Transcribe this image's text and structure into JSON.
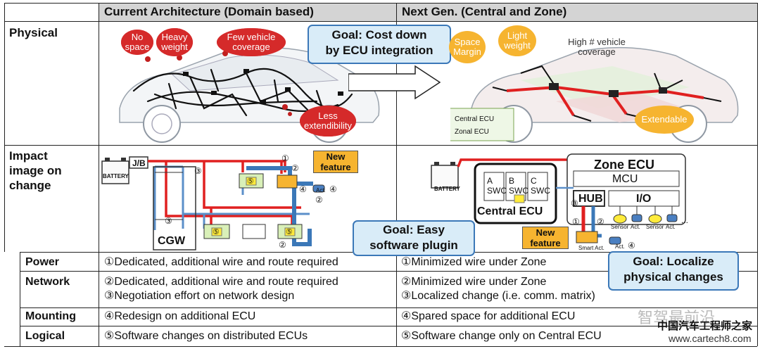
{
  "header": {
    "col1": "Current Architecture (Domain based)",
    "col2": "Next Gen. (Central and Zone)"
  },
  "rows": {
    "physical": "Physical",
    "impact": "Impact\nimage on\nchange"
  },
  "physical_left": {
    "clouds": [
      "No space",
      "Heavy weight",
      "Few vehicle coverage",
      "Less extendibility"
    ]
  },
  "physical_right": {
    "clouds": [
      "Space Margin",
      "Light weight",
      "High # vehicle coverage",
      "Extendable"
    ],
    "legend": [
      "Central ECU",
      "Zonal ECU"
    ]
  },
  "goals": {
    "cost": "Goal: Cost down\nby ECU integration",
    "plugin": "Goal: Easy\nsoftware plugin",
    "localize": "Goal: Localize\nphysical changes"
  },
  "impact_left": {
    "jb": "J/B",
    "battery": "BATTERY",
    "cgw": "CGW",
    "new_feature": "New\nfeature",
    "act": "Act.",
    "circled": [
      "①",
      "②",
      "③",
      "④",
      "⑤"
    ]
  },
  "impact_right": {
    "battery": "BATTERY",
    "zone_ecu": "Zone ECU",
    "mcu": "MCU",
    "hub": "HUB",
    "io": "I/O",
    "central_ecu": "Central ECU",
    "swc": [
      "A SWC",
      "B SWC",
      "C SWC"
    ],
    "new_feature": "New\nfeature",
    "smart_act": "Smart Act.",
    "act": "Act.",
    "sensor_labels": [
      "Sensor",
      "Act.",
      "Sensor",
      "Act.",
      "..."
    ]
  },
  "table": [
    {
      "label": "Power",
      "current": [
        "①Dedicated, additional wire and route required"
      ],
      "next": [
        "①Minimized wire under Zone"
      ]
    },
    {
      "label": "Network",
      "current": [
        "②Dedicated, additional wire and route required",
        "③Negotiation effort on network design"
      ],
      "next": [
        "②Minimized wire under Zone",
        "③Localized change (i.e. comm. matrix)"
      ]
    },
    {
      "label": "Mounting",
      "current": [
        "④Redesign on additional ECU"
      ],
      "next": [
        "④Spared space for additional ECU"
      ]
    },
    {
      "label": "Logical",
      "current": [
        "⑤Software changes on distributed ECUs"
      ],
      "next": [
        "⑤Software change only on Central ECU"
      ]
    }
  ],
  "watermark": {
    "logo": "智驾最前沿",
    "site_cn": "中国汽车工程师之家",
    "site_url": "www.cartech8.com"
  },
  "colors": {
    "red": "#e02020",
    "blue": "#3b78b8",
    "orange": "#f6b430",
    "header": "#d4d4d4"
  }
}
